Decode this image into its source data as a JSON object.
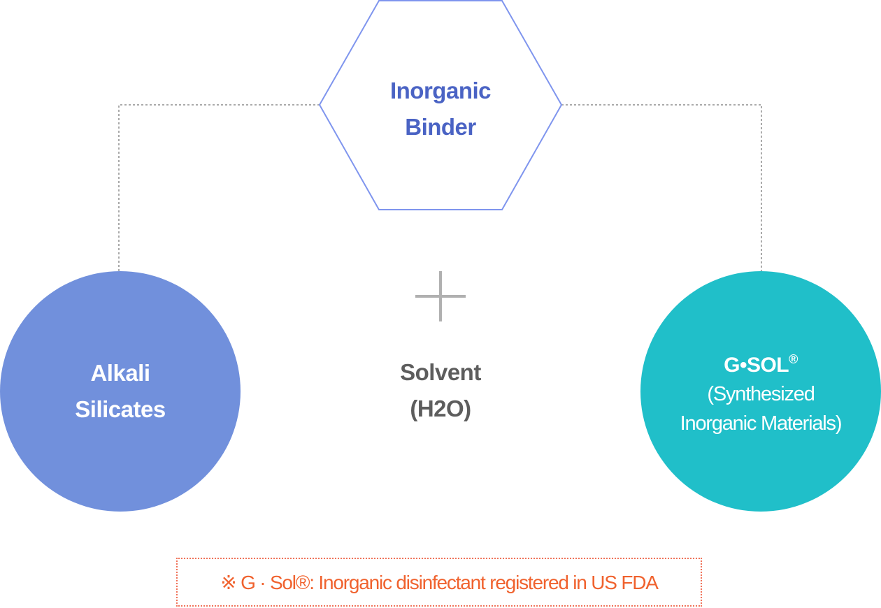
{
  "hexagon": {
    "line1": "Inorganic",
    "line2": "Binder"
  },
  "left_circle": {
    "line1": "Alkali",
    "line2": "Silicates"
  },
  "center": {
    "line1": "Solvent",
    "line2": "(H2O)"
  },
  "right_circle": {
    "title": "G•SOL",
    "title_mark": "®",
    "line2": "(Synthesized",
    "line3": "Inorganic Materials)"
  },
  "note": {
    "text": "※ G · Sol®: Inorganic disinfectant registered in US FDA"
  },
  "colors": {
    "hexagon_stroke": "#7f95ee",
    "hexagon_text": "#4a63c4",
    "left_circle_fill": "#7190dc",
    "right_circle_fill": "#20bfc9",
    "connector": "#aaaaaa",
    "plus": "#b0b0b0",
    "center_text": "#5d5d5d",
    "note_text": "#f0622e"
  }
}
